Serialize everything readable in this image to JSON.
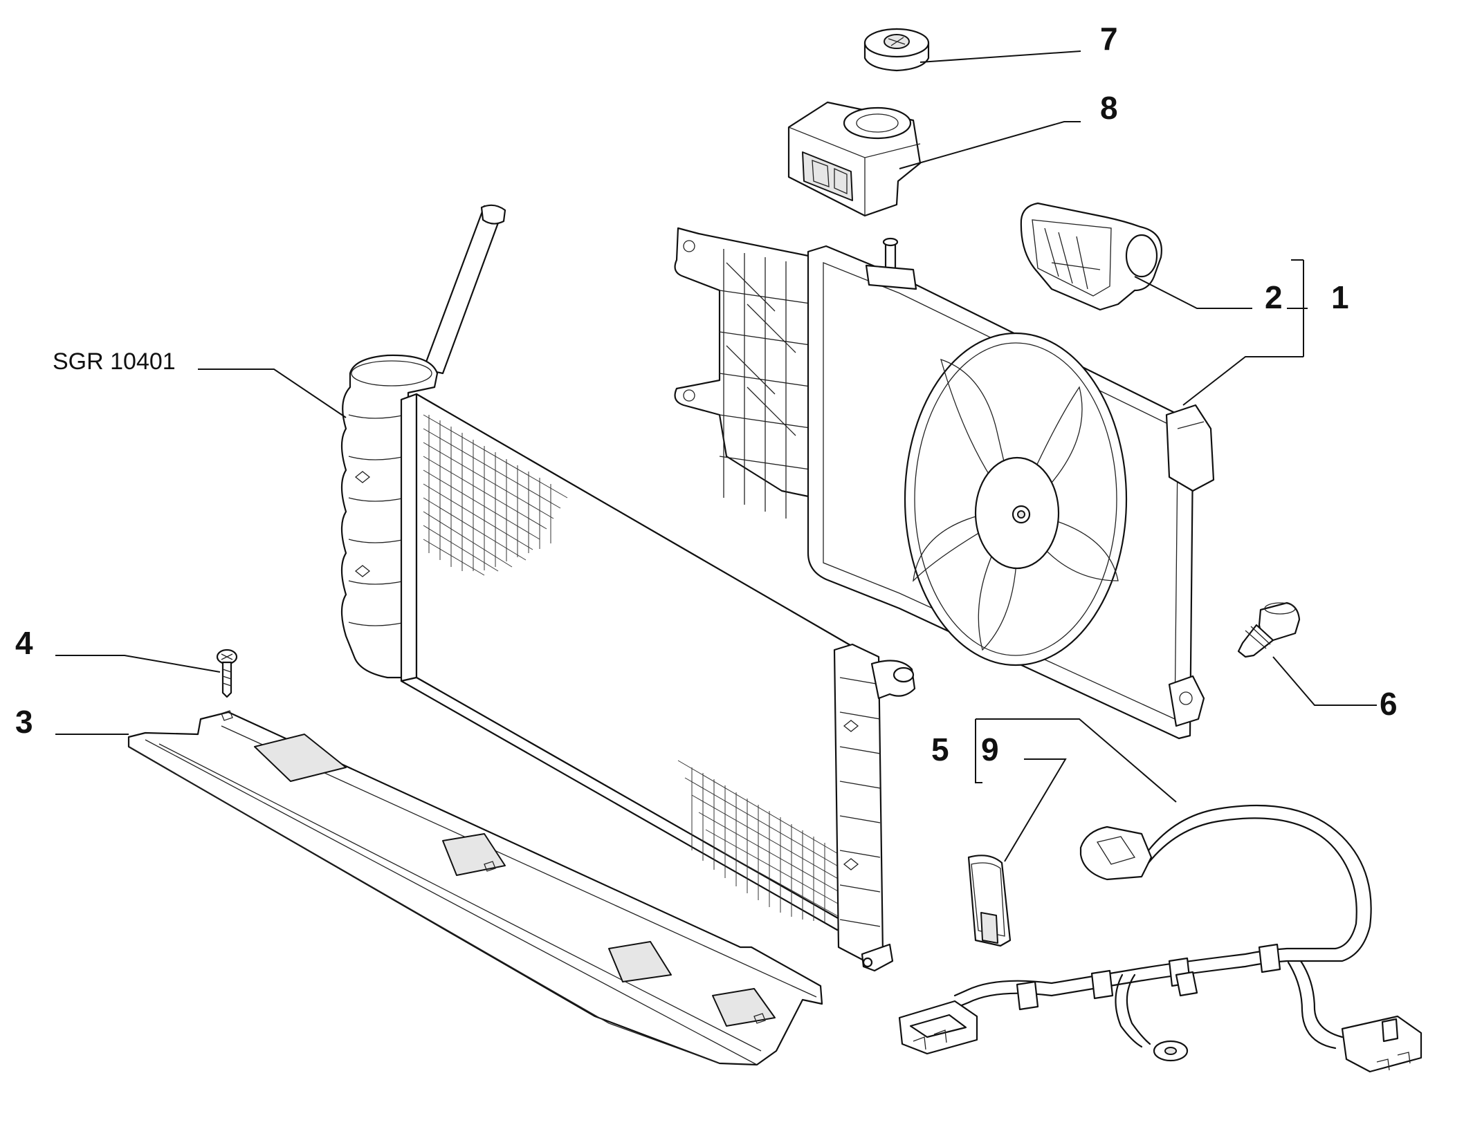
{
  "diagram": {
    "reference_code": "SGR 10401",
    "callouts": [
      {
        "id": "1",
        "label": "1"
      },
      {
        "id": "2",
        "label": "2"
      },
      {
        "id": "3",
        "label": "3"
      },
      {
        "id": "4",
        "label": "4"
      },
      {
        "id": "5",
        "label": "5"
      },
      {
        "id": "6",
        "label": "6"
      },
      {
        "id": "7",
        "label": "7"
      },
      {
        "id": "8",
        "label": "8"
      },
      {
        "id": "9",
        "label": "9"
      }
    ]
  }
}
